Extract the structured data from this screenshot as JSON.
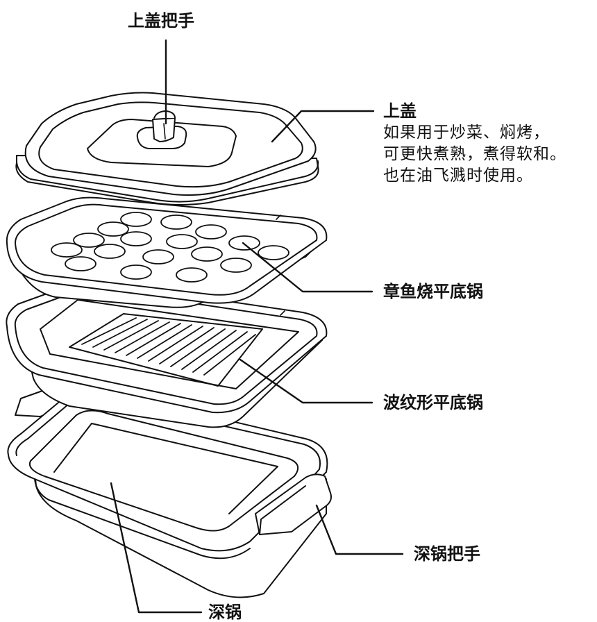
{
  "labels": {
    "lid_handle": "上盖把手",
    "lid": "上盖",
    "lid_description": [
      "如果用于炒菜、焖烤，",
      "可更快煮熟，煮得软和。",
      "也在油飞溅时使用。"
    ],
    "takoyaki_plate": "章鱼烧平底锅",
    "grill_plate": "波纹形平底锅",
    "deep_pot_handle": "深锅把手",
    "deep_pot": "深锅"
  }
}
